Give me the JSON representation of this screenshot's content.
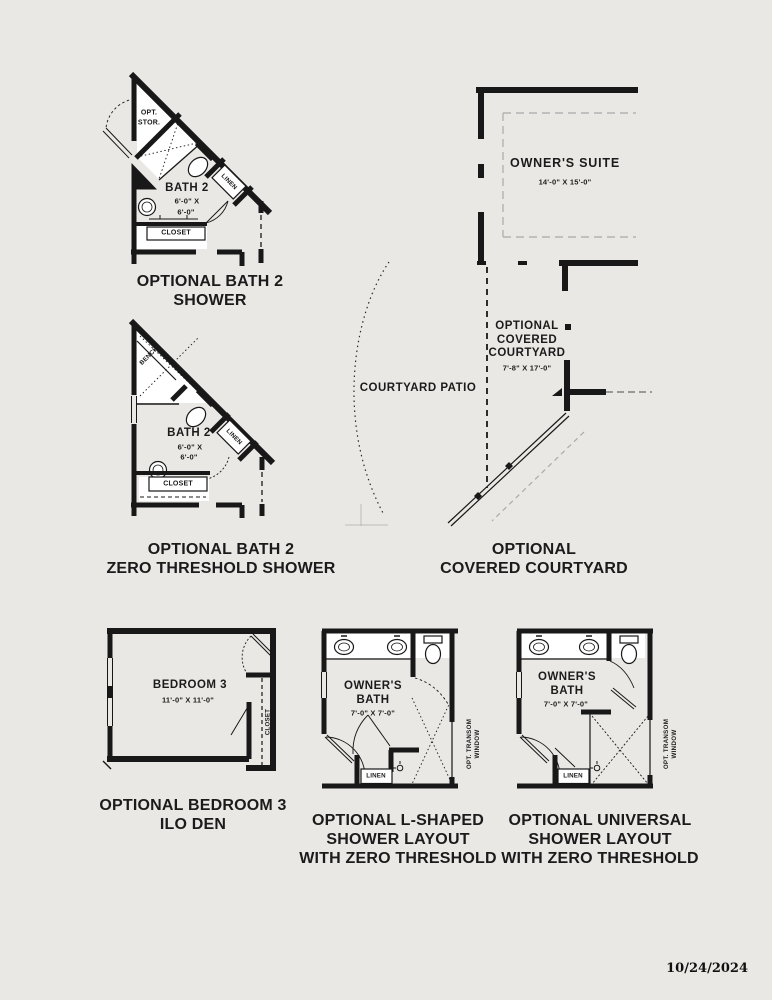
{
  "colors": {
    "wall": "#181818",
    "background": "#e9e8e5",
    "ceiling_dash": "#b3b3b3"
  },
  "date": "10/24/2024",
  "bath2_shower": {
    "caption": [
      "OPTIONAL BATH 2",
      "SHOWER"
    ],
    "opt_stor": [
      "OPT.",
      "STOR."
    ],
    "room": "BATH 2",
    "dims": [
      "6'-0\" X",
      "6'-0\""
    ],
    "linen": "LINEN",
    "closet": "CLOSET"
  },
  "bath2_zero": {
    "caption": [
      "OPTIONAL BATH 2",
      "ZERO THRESHOLD SHOWER"
    ],
    "bench": "BENCH",
    "room": "BATH 2",
    "dims": [
      "6'-0\" X",
      "6'-0\""
    ],
    "linen": "LINEN",
    "closet": "CLOSET"
  },
  "courtyard": {
    "caption": [
      "OPTIONAL",
      "COVERED COURTYARD"
    ],
    "owners_suite": "OWNER'S SUITE",
    "owners_suite_dims": "14'-0\" X 15'-0\"",
    "covered": [
      "OPTIONAL",
      "COVERED",
      "COURTYARD"
    ],
    "covered_dims": "7'-8\" X 17'-0\"",
    "patio": "COURTYARD PATIO"
  },
  "bedroom3": {
    "caption": [
      "OPTIONAL BEDROOM 3",
      "ILO DEN"
    ],
    "room": "BEDROOM 3",
    "dims": "11'-0\" X 11'-0\"",
    "closet": "CLOSET"
  },
  "l_shower": {
    "caption": [
      "OPTIONAL L-SHAPED",
      "SHOWER LAYOUT",
      "WITH ZERO THRESHOLD"
    ],
    "room": [
      "OWNER'S",
      "BATH"
    ],
    "dims": "7'-0\" X 7'-0\"",
    "linen": "LINEN",
    "transom": [
      "OPT. TRANSOM",
      "WINDOW"
    ]
  },
  "universal_shower": {
    "caption": [
      "OPTIONAL UNIVERSAL",
      "SHOWER LAYOUT",
      "WITH ZERO THRESHOLD"
    ],
    "room": [
      "OWNER'S",
      "BATH"
    ],
    "dims": "7'-0\" X 7'-0\"",
    "linen": "LINEN",
    "transom": [
      "OPT. TRANSOM",
      "WINDOW"
    ]
  }
}
